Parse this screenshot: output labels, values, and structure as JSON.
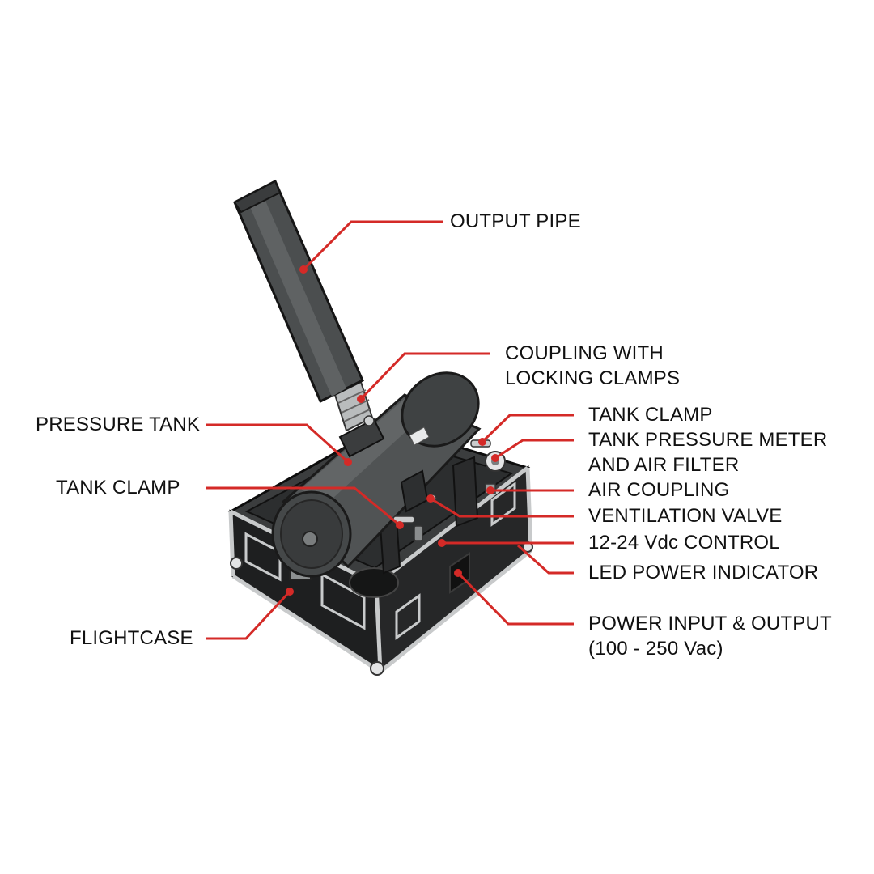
{
  "colors": {
    "leader_line": "#d42a27",
    "leader_dot": "#d42a27",
    "body_dark": "#3a3c3d",
    "body_mid": "#505354",
    "body_light": "#6c6f70",
    "case_black": "#1e1f20",
    "metal": "#c8cacb",
    "background": "#ffffff"
  },
  "labels": {
    "output_pipe": "OUTPUT PIPE",
    "coupling_line1": "COUPLING WITH",
    "coupling_line2": "LOCKING CLAMPS",
    "pressure_tank": "PRESSURE TANK",
    "tank_clamp_left": "TANK CLAMP",
    "flightcase": "FLIGHTCASE",
    "tank_clamp_right": "TANK CLAMP",
    "pressure_meter_line1": "TANK PRESSURE METER",
    "pressure_meter_line2": "AND AIR FILTER",
    "air_coupling": "AIR COUPLING",
    "ventilation_valve": "VENTILATION VALVE",
    "control": "12-24 Vdc CONTROL",
    "led_indicator": "LED POWER INDICATOR",
    "power_line1": "POWER INPUT & OUTPUT",
    "power_line2": "(100 - 250 Vac)"
  }
}
